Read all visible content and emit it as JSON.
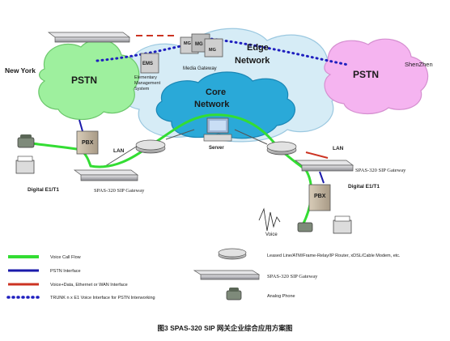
{
  "labels": {
    "new_york": "New York",
    "shenzhen": "ShenZhen",
    "pstn_left": "PSTN",
    "pstn_right": "PSTN",
    "edge_network_1": "Edge",
    "edge_network_2": "Network",
    "core_network_1": "Core",
    "core_network_2": "Network",
    "mg_1": "MG",
    "mg_2": "MG",
    "mg_3": "MG",
    "media_gateway": "Media Gateway",
    "ems": "EMS",
    "ems_desc_1": "Elementary",
    "ems_desc_2": "Management",
    "ems_desc_3": "System",
    "server": "Server",
    "pbx_left": "PBX",
    "pbx_right": "PBX",
    "lan_left": "LAN",
    "lan_right": "LAN",
    "digital_left": "Digital E1/T1",
    "digital_right": "Digital E1/T1",
    "gateway_left": "SPAS-320 SIP Gateway",
    "gateway_right": "SPAS-320 SIP Gateway",
    "voice": "Voice"
  },
  "legend": {
    "voice_call_flow": "Voice Call Flow",
    "pstn_interface": "PSTN Interface",
    "voice_data": "Voice+Data, Ethernet or WAN Interface",
    "trunk": "TRUNK n x E1 Voice Interface for PSTN Interworking",
    "leased_line": "Leased Line/ATM/Frame-Relay/IP Router, xDSL/Cable Modem, etc.",
    "gateway": "SPAS-320 SIP Gateway",
    "analog_phone": "Analog Phone"
  },
  "caption": "图3 SPAS-320 SIP 网关企业综合应用方案图",
  "colors": {
    "voice_call_flow": "#33dd33",
    "pstn_interface": "#1a1aaa",
    "voice_data": "#cc3322",
    "trunk": "#1f1fbf",
    "pstn_cloud": "#9ef09e",
    "pstn_cloud_right": "#f5b4f0",
    "edge_cloud": "#d6ecf6",
    "core_cloud": "#2aa9d8"
  }
}
